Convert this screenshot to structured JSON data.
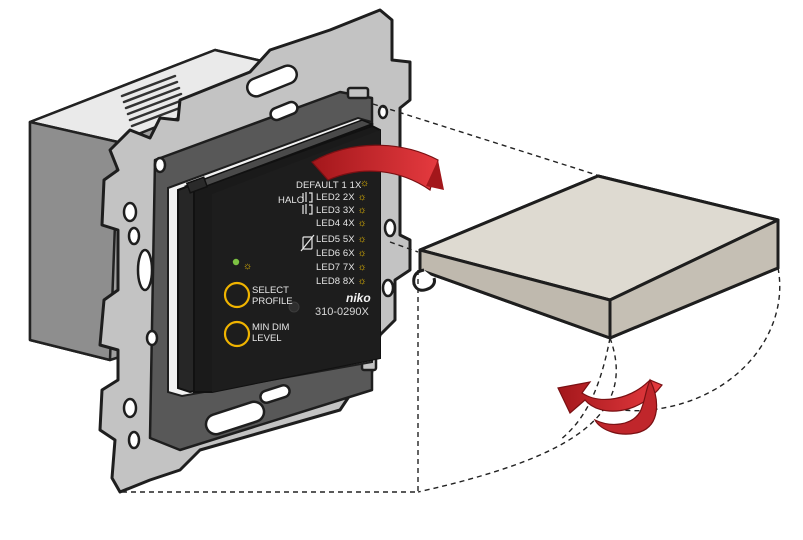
{
  "device": {
    "brand": "niko",
    "model": "310-0290X",
    "indicator_icon": "sun-icon",
    "buttons": [
      {
        "line1": "SELECT",
        "line2": "PROFILE"
      },
      {
        "line1": "MIN DIM",
        "line2": "LEVEL"
      }
    ],
    "profiles": [
      {
        "name": "DEFAULT",
        "num": "1",
        "code": "1X",
        "prefix": ""
      },
      {
        "name": "LED2",
        "num": "",
        "code": "2X",
        "prefix": "HALO"
      },
      {
        "name": "LED3",
        "num": "",
        "code": "3X",
        "prefix": ""
      },
      {
        "name": "LED4",
        "num": "",
        "code": "4X",
        "prefix": ""
      },
      {
        "name": "LED5",
        "num": "",
        "code": "5X",
        "prefix": ""
      },
      {
        "name": "LED6",
        "num": "",
        "code": "6X",
        "prefix": ""
      },
      {
        "name": "LED7",
        "num": "",
        "code": "7X",
        "prefix": ""
      },
      {
        "name": "LED8",
        "num": "",
        "code": "8X",
        "prefix": ""
      }
    ],
    "star_symbol": "☼"
  },
  "colors": {
    "frame": "#c3c3c3",
    "box": "#d9d9d9",
    "panel": "#1a1a1a",
    "button_ring": "#f0b400",
    "arrow": "#e0262b",
    "cover": "#dedad1",
    "led": "#7cc242",
    "star": "#f2c200"
  }
}
